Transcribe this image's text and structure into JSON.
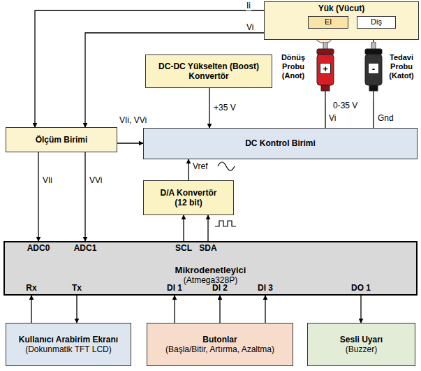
{
  "diagram": {
    "nodes": [
      {
        "text": [
          "Yük (Vücut)"
        ]
      },
      {
        "text": [
          "El"
        ],
        "in": 0
      },
      {
        "text": [
          "Diş"
        ],
        "in": 0
      },
      {
        "text": [
          "Dönüş Probu (Anot)",
          "+"
        ]
      },
      {
        "text": [
          "Tedavi Probu (Katot)",
          "-"
        ]
      },
      {
        "text": [
          "DC-DC Yükselten (Boost) Konvertör"
        ]
      },
      {
        "text": [
          "Ölçüm Birimi"
        ]
      },
      {
        "text": [
          "DC Kontrol Birimi"
        ]
      },
      {
        "text": [
          "D/A Konvertör",
          "(12 bit)"
        ]
      },
      {
        "text": [
          "Mikrodenetleyici",
          "(Atmega328P)"
        ]
      },
      {
        "text": [
          "Kullanıcı Arabirim Ekranı",
          "(Dokunmatik TFT LCD)"
        ]
      },
      {
        "text": [
          "Butonlar",
          "(Başla/Bitir, Artırma, Azaltma)"
        ]
      },
      {
        "text": [
          "Sesli Uyarı",
          "(Buzzer)"
        ]
      }
    ],
    "edges": [
      {
        "from": 0,
        "to": 6,
        "label": "Ii",
        "arrow": "to"
      },
      {
        "from": 0,
        "to": 6,
        "label": "Vi",
        "arrow": "to"
      },
      {
        "from": 1,
        "to": 3,
        "arrow": "none"
      },
      {
        "from": 2,
        "to": 4,
        "arrow": "none"
      },
      {
        "from": 3,
        "to": 7,
        "label": "Vi",
        "arrow": "none"
      },
      {
        "from": 4,
        "to": 7,
        "label": "Gnd",
        "arrow": "none"
      },
      {
        "from": 5,
        "to": 7,
        "label": "+35 V",
        "arrow": "to"
      },
      {
        "from": 6,
        "to": 7,
        "label": "VIi, VVi",
        "arrow": "to"
      },
      {
        "from": 6,
        "to": 9,
        "label": "VIi",
        "arrow": "to"
      },
      {
        "from": 6,
        "to": 9,
        "label": "VVi",
        "arrow": "to"
      },
      {
        "from": 8,
        "to": 7,
        "label": "Vref",
        "arrow": "to"
      },
      {
        "from": 9,
        "to": 8,
        "arrow": "to"
      },
      {
        "from": 9,
        "to": 8,
        "arrow": "to"
      },
      {
        "from": 10,
        "to": 9,
        "arrow": "to"
      },
      {
        "from": 9,
        "to": 10,
        "arrow": "to"
      },
      {
        "from": 11,
        "to": 9,
        "arrow": "to"
      },
      {
        "from": 11,
        "to": 9,
        "arrow": "to"
      },
      {
        "from": 11,
        "to": 9,
        "arrow": "to"
      },
      {
        "from": 9,
        "to": 12,
        "arrow": "to"
      }
    ],
    "labels": [
      "0-35 V",
      "ADC0",
      "ADC1",
      "SCL",
      "SDA",
      "Rx",
      "Tx",
      "DI 1",
      "DI 2",
      "DI 3",
      "DO 1"
    ]
  }
}
